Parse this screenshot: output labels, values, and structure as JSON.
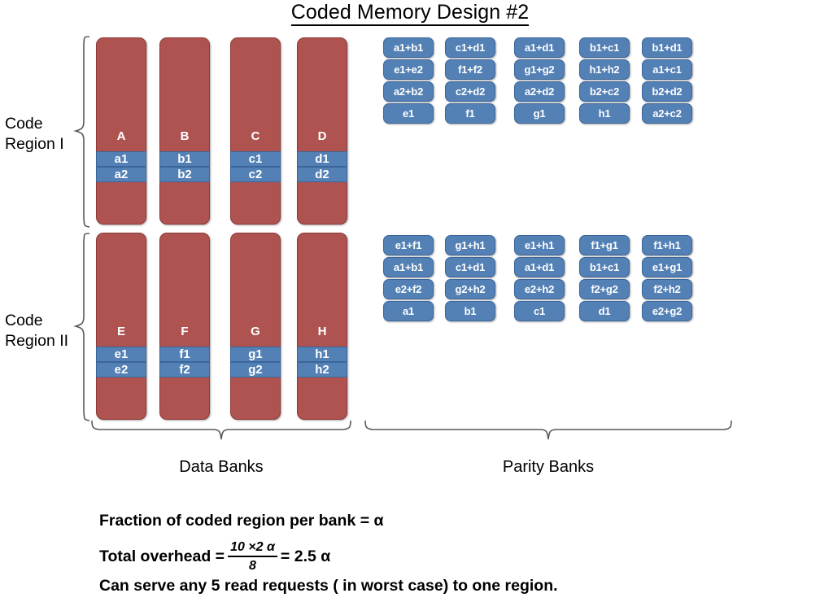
{
  "title": "Coded Memory Design #2",
  "regions": [
    {
      "label_line1": "Code",
      "label_line2": "Region I"
    },
    {
      "label_line1": "Code",
      "label_line2": "Region II"
    }
  ],
  "data_banks": {
    "region1": [
      {
        "letter": "A",
        "stripe1": "a1",
        "stripe2": "a2"
      },
      {
        "letter": "B",
        "stripe1": "b1",
        "stripe2": "b2"
      },
      {
        "letter": "C",
        "stripe1": "c1",
        "stripe2": "c2"
      },
      {
        "letter": "D",
        "stripe1": "d1",
        "stripe2": "d2"
      }
    ],
    "region2": [
      {
        "letter": "E",
        "stripe1": "e1",
        "stripe2": "e2"
      },
      {
        "letter": "F",
        "stripe1": "f1",
        "stripe2": "f2"
      },
      {
        "letter": "G",
        "stripe1": "g1",
        "stripe2": "g2"
      },
      {
        "letter": "H",
        "stripe1": "h1",
        "stripe2": "h2"
      }
    ]
  },
  "parity_banks": {
    "region1": [
      {
        "cells": [
          "a1+b1",
          "e1+e2",
          "a2+b2",
          "e1"
        ]
      },
      {
        "cells": [
          "c1+d1",
          "f1+f2",
          "c2+d2",
          "f1"
        ]
      },
      {
        "cells": [
          "a1+d1",
          "g1+g2",
          "a2+d2",
          "g1"
        ]
      },
      {
        "cells": [
          "b1+c1",
          "h1+h2",
          "b2+c2",
          "h1"
        ]
      },
      {
        "cells": [
          "b1+d1",
          "a1+c1",
          "b2+d2",
          "a2+c2"
        ]
      }
    ],
    "region2": [
      {
        "cells": [
          "e1+f1",
          "a1+b1",
          "e2+f2",
          "a1"
        ]
      },
      {
        "cells": [
          "g1+h1",
          "c1+d1",
          "g2+h2",
          "b1"
        ]
      },
      {
        "cells": [
          "e1+h1",
          "a1+d1",
          "e2+h2",
          "c1"
        ]
      },
      {
        "cells": [
          "f1+g1",
          "b1+c1",
          "f2+g2",
          "d1"
        ]
      },
      {
        "cells": [
          "f1+h1",
          "e1+g1",
          "f2+h2",
          "e2+g2"
        ]
      }
    ]
  },
  "bracket_labels": {
    "data": "Data Banks",
    "parity": "Parity Banks"
  },
  "notes": {
    "line1": "Fraction of coded region per bank = α",
    "line2_prefix": "Total overhead =",
    "line2_numerator": "10 ×2 α",
    "line2_denominator": "8",
    "line2_suffix": "= 2.5 α",
    "line3": "Can serve any 5 read requests ( in worst case) to one region."
  },
  "colors": {
    "data_bank": "#AF5351",
    "stripe": "#5380B5",
    "parity": "#5380B5",
    "brace": "#595959",
    "text": "#000000"
  }
}
